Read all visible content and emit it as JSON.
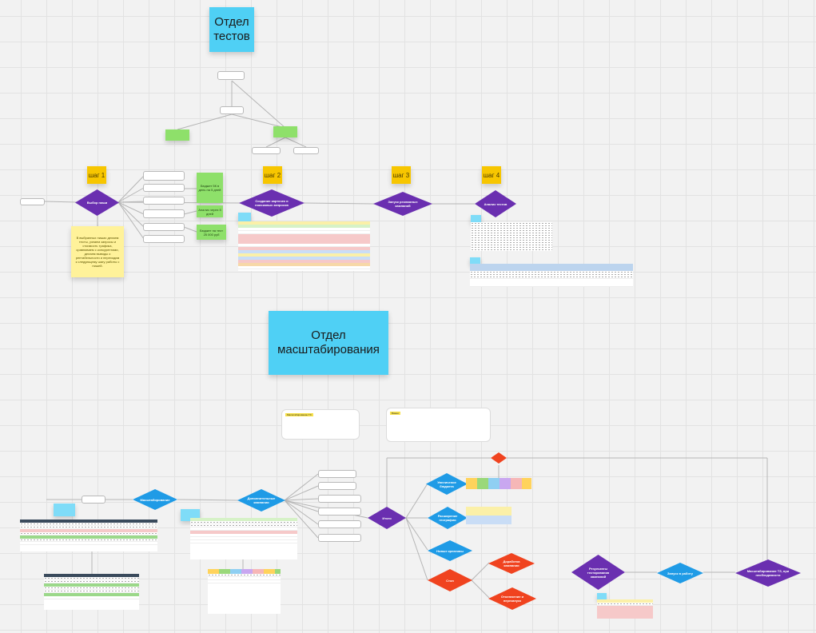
{
  "sections": {
    "tests_title": "Отдел\nтестов",
    "scaling_title": "Отдел\nмасштабирования"
  },
  "colors": {
    "cyan": "#4fd0f5",
    "purple": "#6a2fb0",
    "blue": "#1f9be6",
    "red": "#f0431f",
    "step_yellow": "#f7c600",
    "green": "#8ee06a"
  },
  "steps": [
    "шаг 1",
    "шаг 2",
    "шаг 3",
    "шаг 4"
  ],
  "tests_flow": {
    "diamond_1": "Выбор ниши",
    "diamond_2": "Создание карточек и поисковых запросов",
    "diamond_3": "Запуск рекламных кампаний",
    "diamond_4": "Анализ тестов",
    "yellow_note": "В выбранных нишах делаем тесты, узнаем запросы и стоимость трафика, сравниваем с конкурентами, делаем выводы о рентабельности и переходим к следующему шагу работы с нишей.",
    "green_note_1": "Бюджет 5К в день на 5 дней",
    "green_note_2": "Анализ через 5 дней",
    "green_note_3": "Бюджет на тест 25 000 руб"
  },
  "scaling_flow": {
    "diamond_a": "Масштабирование",
    "diamond_b": "Дополнительные кампании",
    "diamond_c": "Итоги",
    "blue_1": "Увеличение бюджета",
    "blue_2": "Расширение географии",
    "blue_3": "Новые креативы",
    "red_1": "Стоп",
    "red_2": "Доработка кампании",
    "red_3": "Отключение и перезапуск",
    "right_1": "Результаты тестирования кампаний",
    "right_2": "Запуск в работу",
    "right_3": "Масштабирование ТЗ, при необходимости"
  },
  "info_cards": {
    "card_1_header": "Масштабирование ТЗ",
    "card_2_header": "Важно"
  }
}
